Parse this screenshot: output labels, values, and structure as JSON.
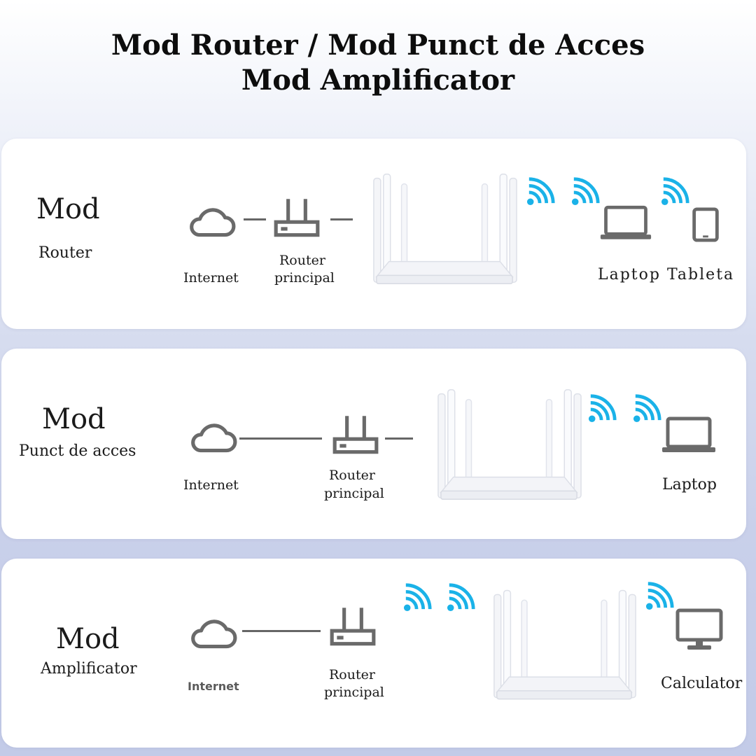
{
  "header": {
    "line1": "Mod Router / Mod Punct de Acces",
    "line2": "Mod Amplificator"
  },
  "panels": [
    {
      "mode_word": "Mod",
      "mode_name": "Router",
      "internet": "Internet",
      "main_router_l1": "Router",
      "main_router_l2": "principal",
      "devices": "Laptop Tableta"
    },
    {
      "mode_word": "Mod",
      "mode_name": "Punct de acces",
      "internet": "Internet",
      "main_router_l1": "Router",
      "main_router_l2": "principal",
      "devices": "Laptop"
    },
    {
      "mode_word": "Mod",
      "mode_name": "Amplificator",
      "internet": "Internet",
      "main_router_l1": "Router",
      "main_router_l2": "principal",
      "devices": "Calculator"
    }
  ],
  "colors": {
    "wifi": "#1ab2e8",
    "icon_gray": "#6a6a6a",
    "line_gray": "#666666"
  },
  "icons": [
    "cloud-icon",
    "router-icon",
    "wifi-icon",
    "laptop-icon",
    "tablet-icon",
    "monitor-icon"
  ]
}
